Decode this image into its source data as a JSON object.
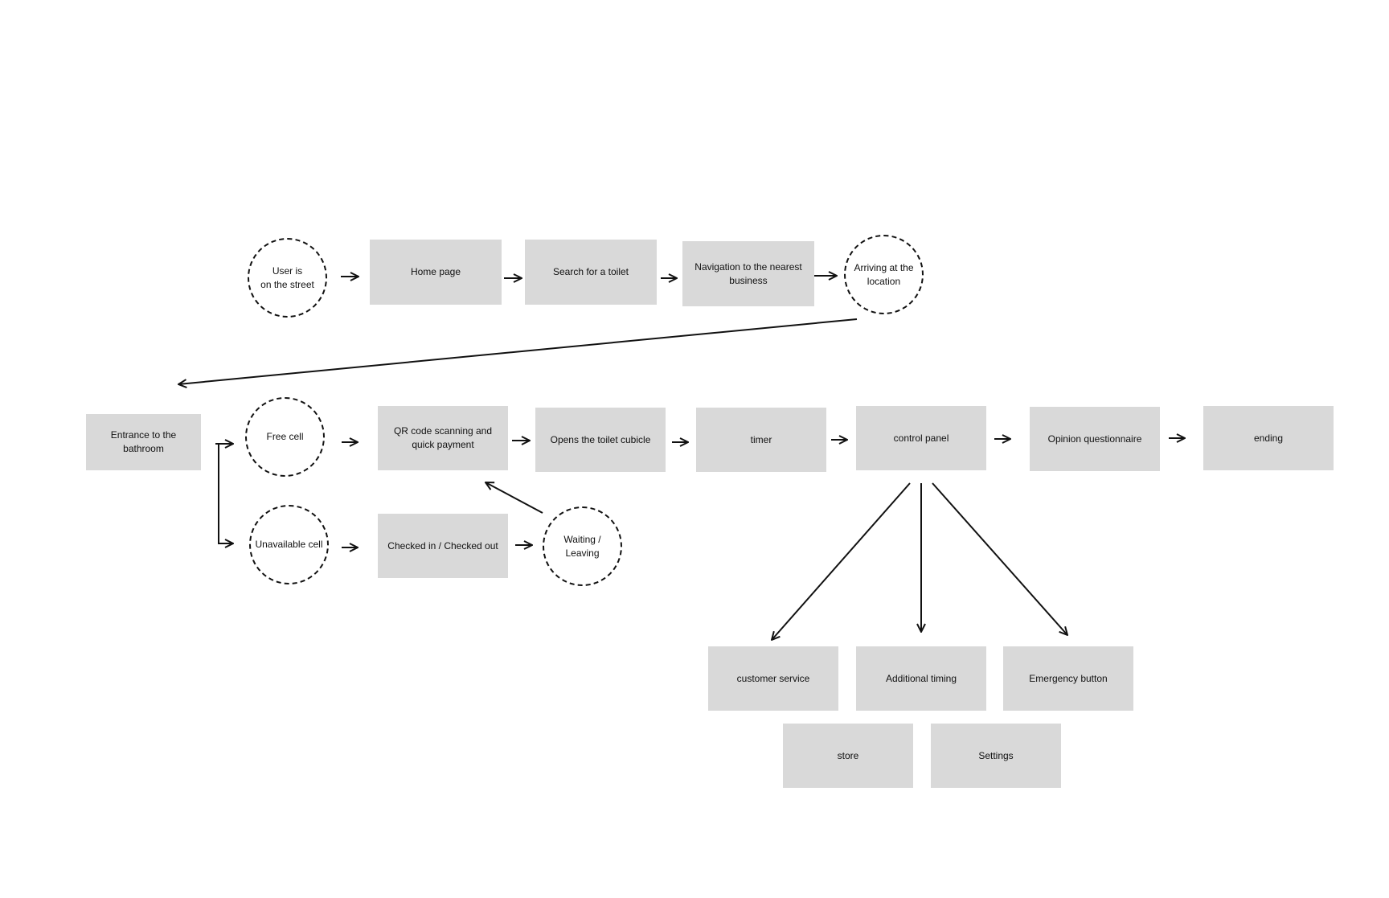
{
  "diagram": {
    "nodes": {
      "user_on_street": "User is\non the street",
      "home_page": "Home page",
      "search_toilet": "Search for a toilet",
      "navigation": "Navigation to the nearest\nbusiness",
      "arriving": "Arriving at the\nlocation",
      "entrance": "Entrance to the\nbathroom",
      "free_cell": "Free cell",
      "unavailable_cell": "Unavailable cell",
      "qr_payment": "QR code scanning and\nquick payment",
      "opens_cubicle": "Opens the toilet cubicle",
      "timer": "timer",
      "control_panel": "control panel",
      "opinion": "Opinion questionnaire",
      "ending": "ending",
      "checked": "Checked in / Checked out",
      "waiting": "Waiting / Leaving",
      "customer_service": "customer service",
      "additional_timing": "Additional timing",
      "emergency": "Emergency button",
      "store": "store",
      "settings": "Settings"
    }
  }
}
